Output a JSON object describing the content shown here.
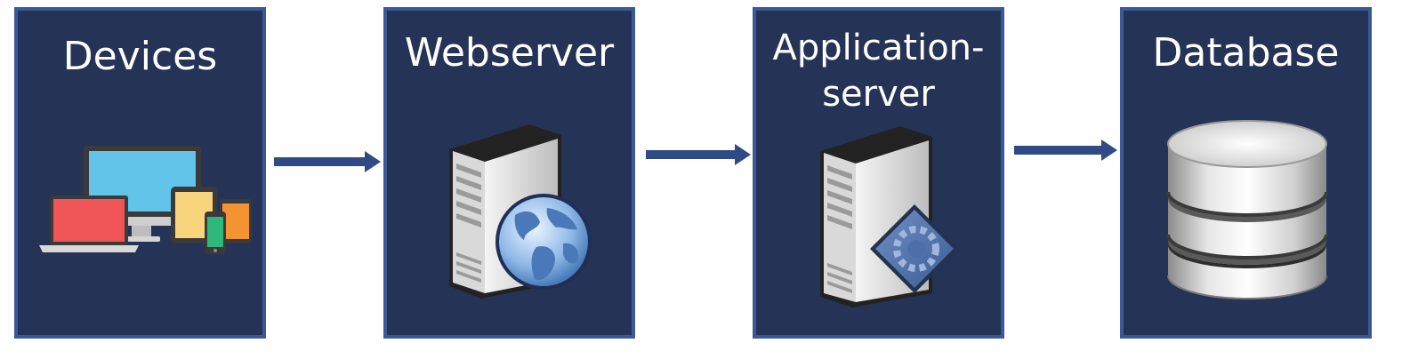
{
  "diagram": {
    "nodes": [
      {
        "id": "devices",
        "label": "Devices",
        "icon": "devices-icon"
      },
      {
        "id": "webserver",
        "label": "Webserver",
        "icon": "web-server-icon"
      },
      {
        "id": "appserver",
        "label_line1": "Application-",
        "label_line2": "server",
        "icon": "application-server-icon"
      },
      {
        "id": "database",
        "label": "Database",
        "icon": "database-icon"
      }
    ],
    "edges": [
      {
        "from": "devices",
        "to": "webserver"
      },
      {
        "from": "webserver",
        "to": "appserver"
      },
      {
        "from": "appserver",
        "to": "database"
      }
    ],
    "colors": {
      "box_fill": "#253456",
      "box_border": "#3b5898",
      "arrow": "#2f4a86",
      "text": "#ffffff"
    }
  }
}
